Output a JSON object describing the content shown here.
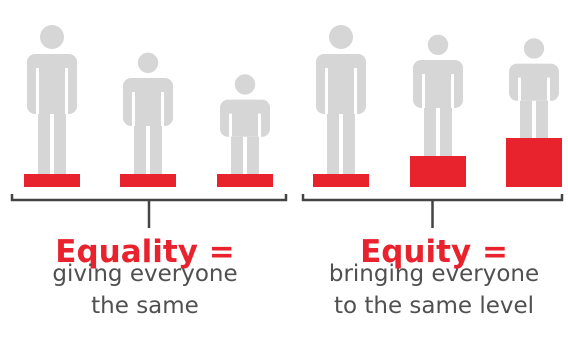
{
  "colors": {
    "figure": "#d6d6d6",
    "accent": "#e8232e",
    "bracket": "#444444",
    "caption": "#505050"
  },
  "panels": [
    {
      "heading": "Equality =",
      "caption_line1": "giving everyone",
      "caption_line2": "the same",
      "people": [
        {
          "height": "tall",
          "box_level": 1
        },
        {
          "height": "medium",
          "box_level": 1
        },
        {
          "height": "short",
          "box_level": 1
        }
      ]
    },
    {
      "heading": "Equity =",
      "caption_line1": "bringing everyone",
      "caption_line2": "to the same level",
      "people": [
        {
          "height": "tall",
          "box_level": 1
        },
        {
          "height": "medium",
          "box_level": 2
        },
        {
          "height": "short",
          "box_level": 3
        }
      ]
    }
  ]
}
